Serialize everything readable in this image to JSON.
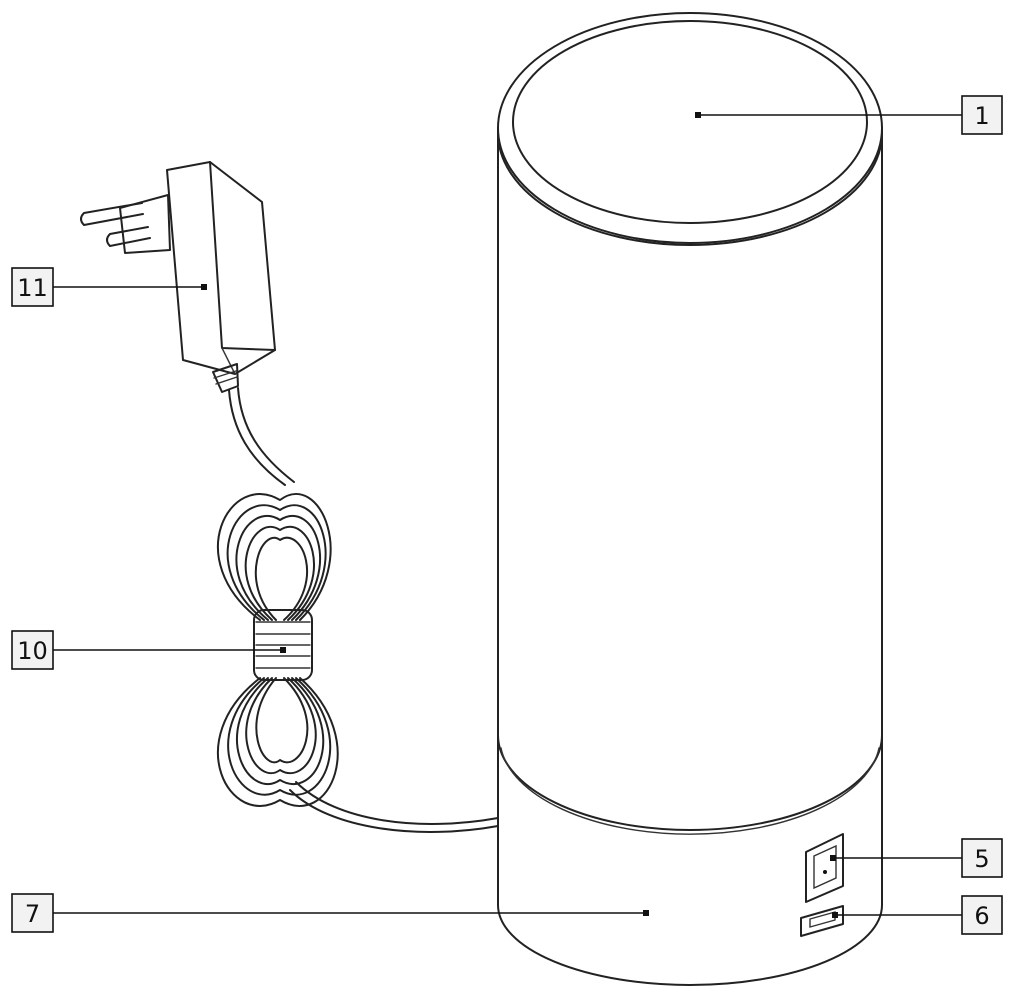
{
  "diagram": {
    "parts": [
      {
        "id": "1",
        "label": "1"
      },
      {
        "id": "5",
        "label": "5"
      },
      {
        "id": "6",
        "label": "6"
      },
      {
        "id": "7",
        "label": "7"
      },
      {
        "id": "10",
        "label": "10"
      },
      {
        "id": "11",
        "label": "11"
      }
    ],
    "colors": {
      "line": "#222222",
      "background": "#ffffff",
      "callout_fill": "#f2f2f2"
    }
  }
}
